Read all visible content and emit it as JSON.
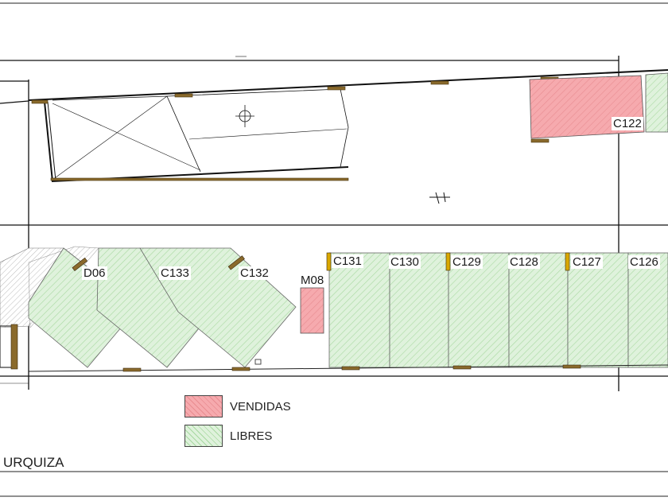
{
  "colors": {
    "vendidas": "#f6aaae",
    "libres": "#dff2dc",
    "libres_hatch": "#a9d9a2",
    "vendidas_hatch": "#e88c91",
    "marker": "#d9a800",
    "line": "#111111"
  },
  "lots": [
    {
      "id": "C122",
      "status": "vendida"
    },
    {
      "id": "D06",
      "status": "libre"
    },
    {
      "id": "C133",
      "status": "libre"
    },
    {
      "id": "C132",
      "status": "libre"
    },
    {
      "id": "M08",
      "status": "vendida"
    },
    {
      "id": "C131",
      "status": "libre"
    },
    {
      "id": "C130",
      "status": "libre"
    },
    {
      "id": "C129",
      "status": "libre"
    },
    {
      "id": "C128",
      "status": "libre"
    },
    {
      "id": "C127",
      "status": "libre"
    },
    {
      "id": "C126",
      "status": "libre"
    }
  ],
  "legend": {
    "vendidas": "VENDIDAS",
    "libres": "LIBRES"
  },
  "street": "URQUIZA"
}
